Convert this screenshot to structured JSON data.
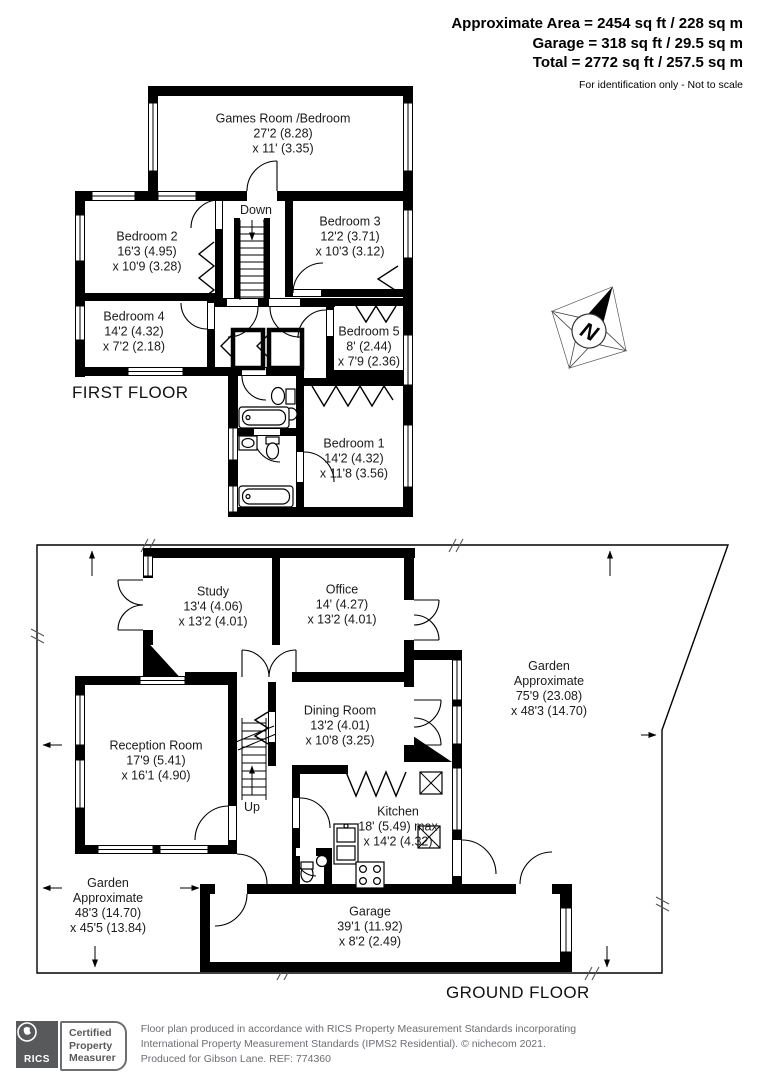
{
  "header": {
    "line1": "Approximate Area = 2454 sq ft / 228 sq m",
    "line2": "Garage = 318 sq ft / 29.5 sq m",
    "line3": "Total = 2772 sq ft / 257.5 sq m",
    "disclaimer": "For identification only - Not to scale"
  },
  "floors": {
    "first": "FIRST FLOOR",
    "ground": "GROUND FLOOR"
  },
  "stairs": {
    "down": "Down",
    "up": "Up"
  },
  "compass": {
    "north": "N"
  },
  "rooms": {
    "games": {
      "name": "Games Room /Bedroom",
      "d1": "27'2 (8.28)",
      "d2": "x 11' (3.35)"
    },
    "bedroom2": {
      "name": "Bedroom 2",
      "d1": "16'3 (4.95)",
      "d2": "x 10'9 (3.28)"
    },
    "bedroom3": {
      "name": "Bedroom 3",
      "d1": "12'2 (3.71)",
      "d2": "x 10'3 (3.12)"
    },
    "bedroom4": {
      "name": "Bedroom 4",
      "d1": "14'2 (4.32)",
      "d2": "x 7'2 (2.18)"
    },
    "bedroom5": {
      "name": "Bedroom 5",
      "d1": "8' (2.44)",
      "d2": "x 7'9 (2.36)"
    },
    "bedroom1": {
      "name": "Bedroom 1",
      "d1": "14'2 (4.32)",
      "d2": "x 11'8 (3.56)"
    },
    "study": {
      "name": "Study",
      "d1": "13'4 (4.06)",
      "d2": "x 13'2 (4.01)"
    },
    "office": {
      "name": "Office",
      "d1": "14' (4.27)",
      "d2": "x 13'2 (4.01)"
    },
    "dining": {
      "name": "Dining Room",
      "d1": "13'2 (4.01)",
      "d2": "x 10'8 (3.25)"
    },
    "reception": {
      "name": "Reception Room",
      "d1": "17'9 (5.41)",
      "d2": "x 16'1 (4.90)"
    },
    "kitchen": {
      "name": "Kitchen",
      "d1": "18' (5.49) max",
      "d2": "x 14'2 (4.32)"
    },
    "garage": {
      "name": "Garage",
      "d1": "39'1 (11.92)",
      "d2": "x 8'2 (2.49)"
    },
    "garden_right": {
      "name": "Garden",
      "l2": "Approximate",
      "d1": "75'9 (23.08)",
      "d2": "x 48'3 (14.70)"
    },
    "garden_left": {
      "name": "Garden",
      "l2": "Approximate",
      "d1": "48'3 (14.70)",
      "d2": "x 45'5 (13.84)"
    }
  },
  "footer": {
    "rics": "RICS",
    "badge1": "Certified",
    "badge2": "Property",
    "badge3": "Measurer",
    "line1": "Floor plan produced in accordance with RICS Property Measurement Standards incorporating",
    "line2": "International Property Measurement Standards (IPMS2 Residential).   © nichecom 2021.",
    "line3": "Produced for Gibson Lane.   REF:  774360"
  },
  "colors": {
    "wall": "#000000",
    "footer_gray": "#6d6e71",
    "rics_gray": "#58595b"
  }
}
